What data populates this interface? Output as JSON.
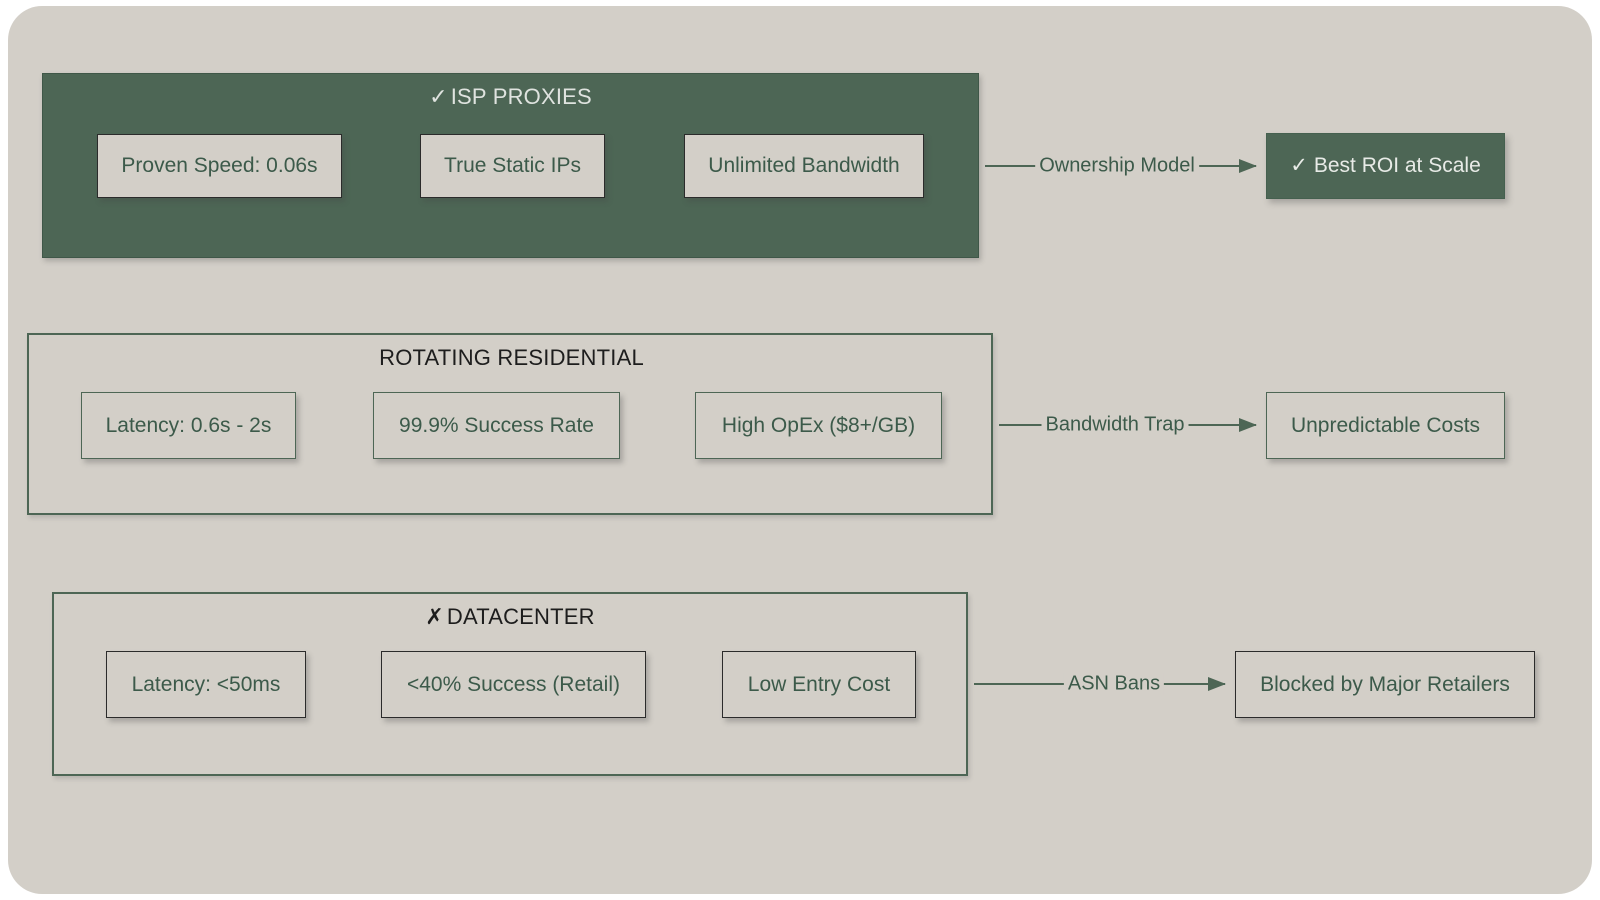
{
  "diagram": {
    "background_color": "#d3cfc8",
    "accent_color": "#4d6655",
    "text_color": "#3c5a4a",
    "light_text_color": "#e8ebe7",
    "groups": [
      {
        "id": "isp",
        "title_mark": "✓",
        "title": "ISP PROXIES",
        "style": "filled",
        "nodes": [
          {
            "label": "Proven Speed: 0.06s"
          },
          {
            "label": "True Static IPs"
          },
          {
            "label": "Unlimited Bandwidth"
          }
        ],
        "edge": {
          "label": "Ownership Model",
          "target_mark": "✓",
          "target": "Best ROI at Scale",
          "target_style": "accent"
        }
      },
      {
        "id": "residential",
        "title_mark": "",
        "title": "ROTATING RESIDENTIAL",
        "style": "outlined",
        "nodes": [
          {
            "label": "Latency: 0.6s - 2s"
          },
          {
            "label": "99.9% Success Rate"
          },
          {
            "label": "High OpEx ($8+/GB)"
          }
        ],
        "edge": {
          "label": "Bandwidth Trap",
          "target_mark": "",
          "target": "Unpredictable Costs",
          "target_style": "plain"
        }
      },
      {
        "id": "datacenter",
        "title_mark": "✗",
        "title": "DATACENTER",
        "style": "outlined",
        "nodes": [
          {
            "label": "Latency: <50ms"
          },
          {
            "label": "<40% Success (Retail)"
          },
          {
            "label": "Low Entry Cost"
          }
        ],
        "edge": {
          "label": "ASN Bans",
          "target_mark": "",
          "target": "Blocked by Major Retailers",
          "target_style": "plain"
        }
      }
    ]
  }
}
